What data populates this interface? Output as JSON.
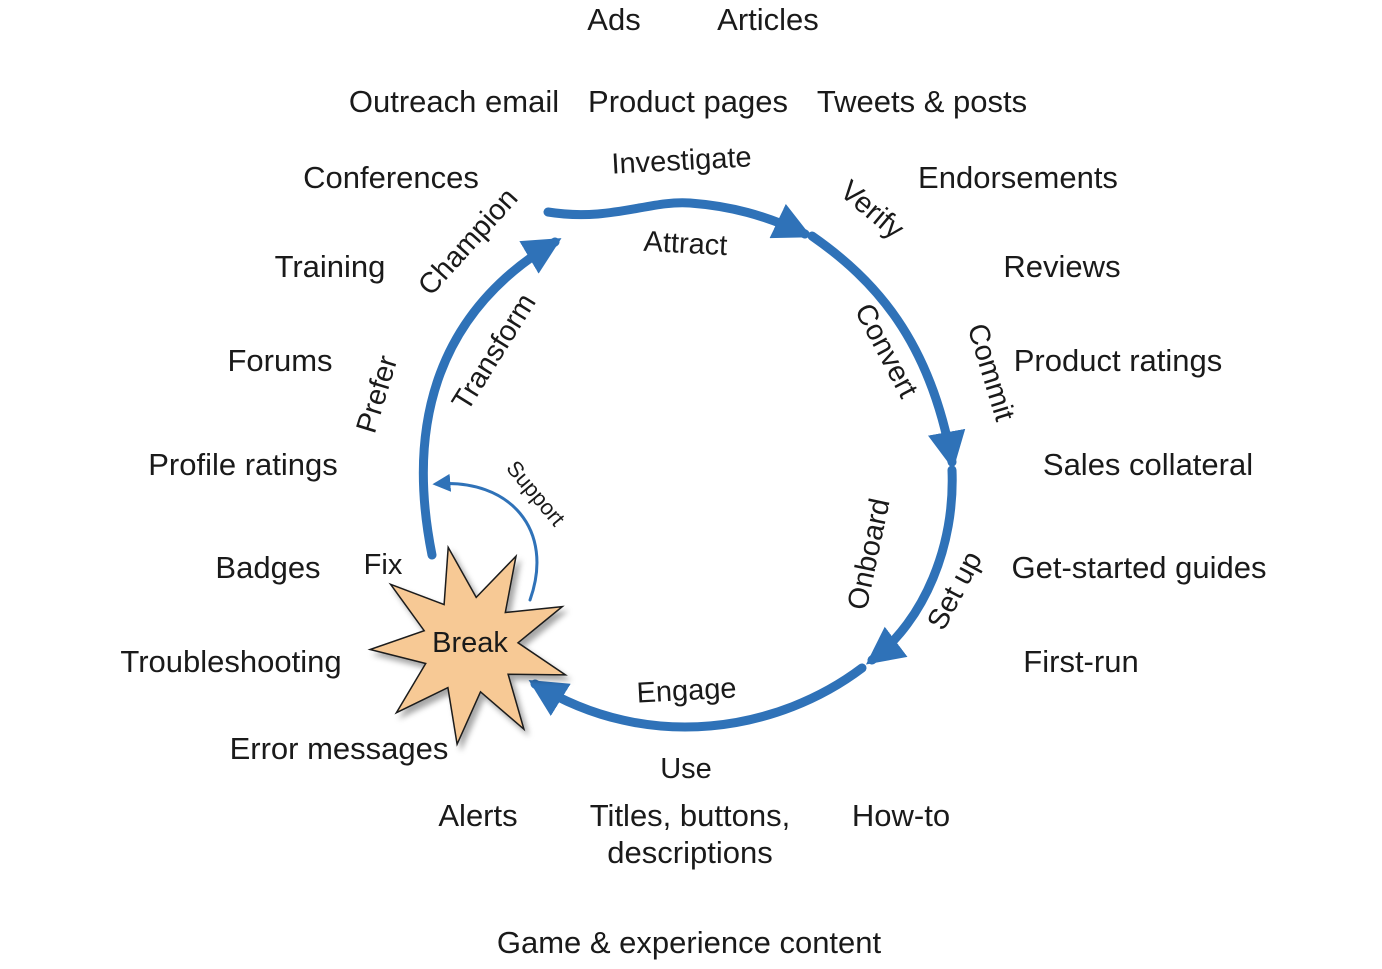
{
  "colors": {
    "arrow": "#2f72b8",
    "burst_fill": "#f7c995",
    "burst_stroke": "#1a1a1a",
    "text": "#1a1a1a"
  },
  "stages": {
    "investigate": "Investigate",
    "attract": "Attract",
    "verify": "Verify",
    "convert": "Convert",
    "commit": "Commit",
    "onboard": "Onboard",
    "setup": "Set up",
    "engage": "Engage",
    "use": "Use",
    "fix": "Fix",
    "support": "Support",
    "prefer": "Prefer",
    "transform": "Transform",
    "champion": "Champion",
    "break": "Break"
  },
  "content_types": {
    "ads": "Ads",
    "articles": "Articles",
    "outreach_email": "Outreach email",
    "product_pages": "Product pages",
    "tweets_posts": "Tweets & posts",
    "conferences": "Conferences",
    "endorsements": "Endorsements",
    "training": "Training",
    "reviews": "Reviews",
    "forums": "Forums",
    "product_ratings": "Product ratings",
    "profile_ratings": "Profile ratings",
    "sales_collateral": "Sales collateral",
    "badges": "Badges",
    "get_started_guides": "Get-started guides",
    "troubleshooting": "Troubleshooting",
    "first_run": "First-run",
    "error_messages": "Error messages",
    "alerts": "Alerts",
    "titles_line1": "Titles,  buttons,",
    "titles_line2": "descriptions",
    "how_to": "How-to",
    "game_experience": "Game & experience content"
  }
}
